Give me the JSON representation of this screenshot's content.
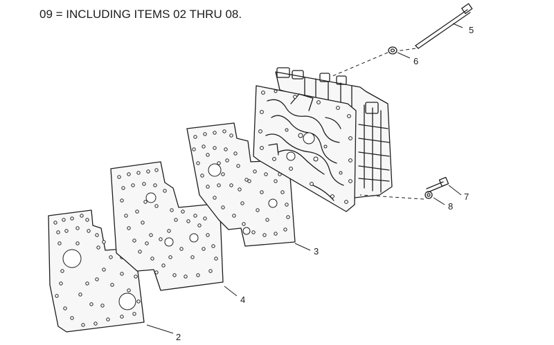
{
  "diagram": {
    "caption": "09 = INCLUDING ITEMS 02 THRU 08.",
    "parts": [
      {
        "id": "p2",
        "label": "2"
      },
      {
        "id": "p3",
        "label": "3"
      },
      {
        "id": "p4",
        "label": "4"
      },
      {
        "id": "p5",
        "label": "5"
      },
      {
        "id": "p6",
        "label": "6"
      },
      {
        "id": "p7",
        "label": "7"
      },
      {
        "id": "p8",
        "label": "8"
      }
    ]
  }
}
